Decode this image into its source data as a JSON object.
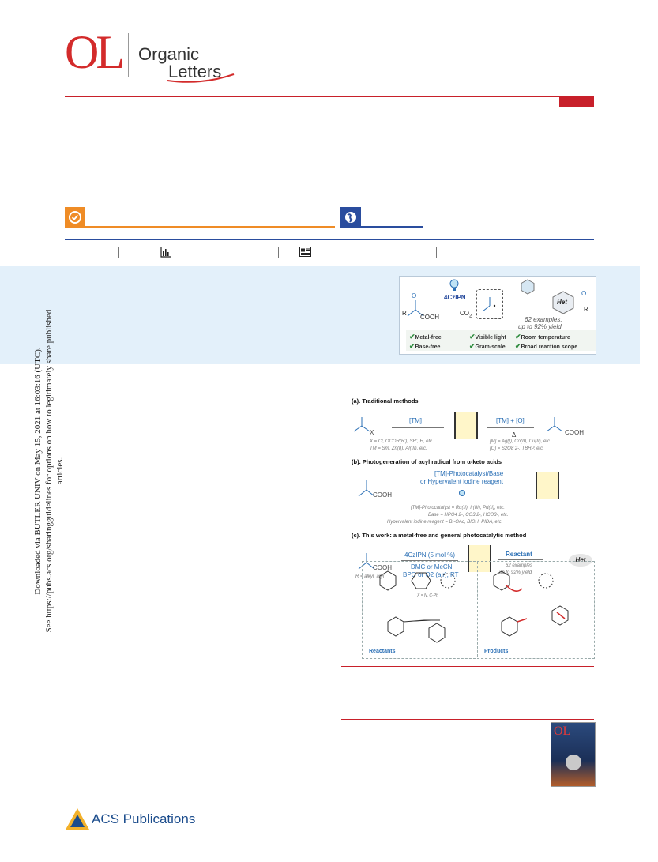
{
  "journal": {
    "logo_mark": "OL",
    "name_line1": "Organic",
    "name_line2": "Letters",
    "brand_color": "#c8202a"
  },
  "access_bar": {
    "open_access_color": "#ef8c26",
    "global_color": "#2a4d9e",
    "metrics_icon": "bar-chart-icon",
    "article_icon": "article-icon"
  },
  "toc_graphic": {
    "catalyst": "4CzIPN",
    "byproduct": "CO",
    "byproduct_sub": "2",
    "reactant_left": "COOH",
    "r_label": "R",
    "o_label": "O",
    "het_label": "Het",
    "examples": "62 examples,",
    "yield": "up to 92% yield",
    "features": [
      "Metal-free",
      "Visible light",
      "Room temperature",
      "Base-free",
      "Gram-scale",
      "Broad reaction scope"
    ]
  },
  "watermark": {
    "line1": "Downloaded via BUTLER UNIV on May 15, 2021 at 16:03:16 (UTC).",
    "line2": "See https://pubs.acs.org/sharingguidelines for options on how to legitimately share published articles."
  },
  "scheme": {
    "a_title": "(a). Traditional methods",
    "a_tm": "[TM]",
    "a_tm_o": "[TM] + [O]",
    "a_delta": "Δ",
    "a_x": "X",
    "a_cooh": "COOH",
    "a_note1": "X = Cl, OCOR(R'), SR', H, etc.",
    "a_note2": "TM = Sm, Zn(II), Al(III), etc.",
    "a_note3": "[M] = Ag(I), Co(II), Cu(II), etc.",
    "a_note4": "[O] = S2O8 2-, TBHP, etc.",
    "b_title": "(b). Photogeneration of acyl radical from α-keto acids",
    "b_line1": "[TM]-Photocatalyst/Base",
    "b_line2": "or Hypervalent iodine reagent",
    "b_cooh": "COOH",
    "b_note1": "[TM]-Photocatalyst = Ru(II), Ir(III), Pd(II), etc.",
    "b_note2": "Base = HPO4 2-, CO3 2-, HCO3-, etc.",
    "b_note3": "Hypervalent  iodine reagent = BI-OAc, BIOH, PIDA, etc.",
    "c_title": "(c). This work: a metal-free and general photocatalytic method",
    "c_cat": "4CzIPN (5 mol %)",
    "c_solvent": "DMC or MeCN",
    "c_ox": "BPO or O2 (air), RT",
    "c_reactant": "Reactant",
    "c_examples": "62 examples",
    "c_yield": "up to 92% yield",
    "c_r_note": "R = alkyl, aryl",
    "c_het": "Het",
    "c_cooh": "COOH",
    "reactants_label": "Reactants",
    "products_label": "Products",
    "x_note": "X = N, C-Ph"
  },
  "footer": {
    "publisher": "ACS Publications"
  }
}
